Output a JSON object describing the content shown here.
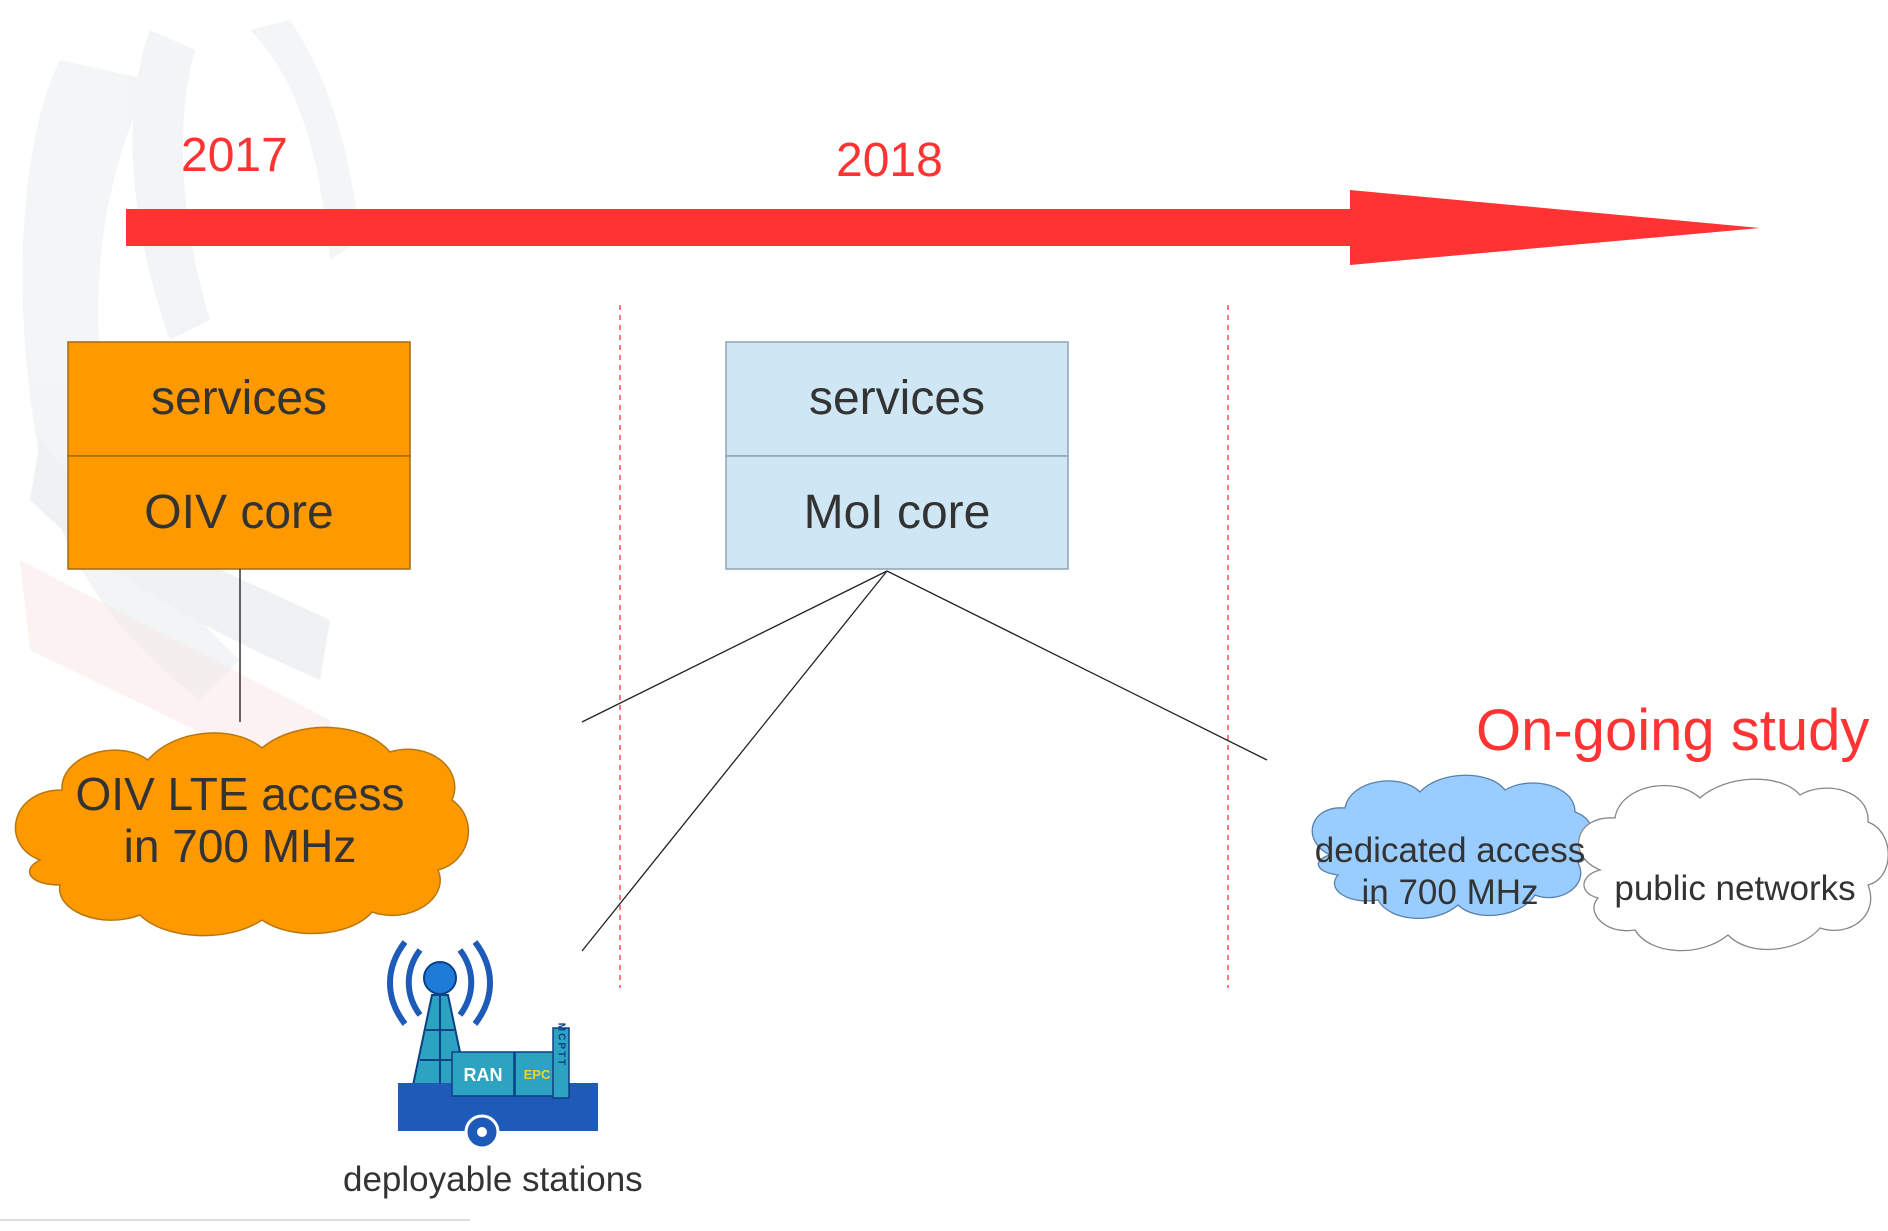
{
  "timeline": {
    "year_start": "2017",
    "year_mid": "2018",
    "arrow_color": "#ff3333"
  },
  "stage_2017": {
    "core_box": {
      "top_label": "services",
      "bottom_label": "OIV core",
      "fill": "#ff9900"
    },
    "access_cloud": {
      "line1": "OIV LTE access",
      "line2": "in 700 MHz",
      "fill": "#ff9900"
    },
    "deployable": {
      "caption": "deployable stations",
      "icon": "mobile-base-station-icon",
      "badge_ran": "RAN",
      "badge_epc": "EPC",
      "badge_mcptt": "MCPTT"
    }
  },
  "stage_2018": {
    "core_box": {
      "top_label": "services",
      "bottom_label": "MoI core",
      "fill": "#cfe7f5"
    }
  },
  "stage_future": {
    "title": "On-going study",
    "dedicated_cloud": {
      "line1": "dedicated access",
      "line2": "in 700 MHz",
      "fill": "#99ccff"
    },
    "public_cloud": {
      "label": "public networks",
      "fill": "#ffffff"
    }
  }
}
